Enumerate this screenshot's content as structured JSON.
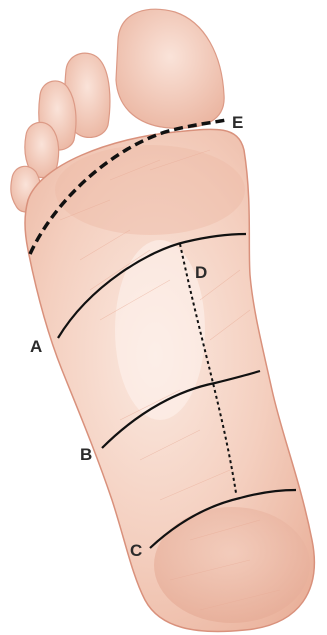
{
  "diagram": {
    "labels": {
      "a": "A",
      "b": "B",
      "c": "C",
      "d": "D",
      "e": "E"
    },
    "colors": {
      "skin_light": "#f7dcd0",
      "skin_mid": "#efc1ae",
      "skin_dark": "#e2a690",
      "outline": "#d9917c",
      "line": "#111111",
      "label": "#2b2b2b"
    }
  }
}
